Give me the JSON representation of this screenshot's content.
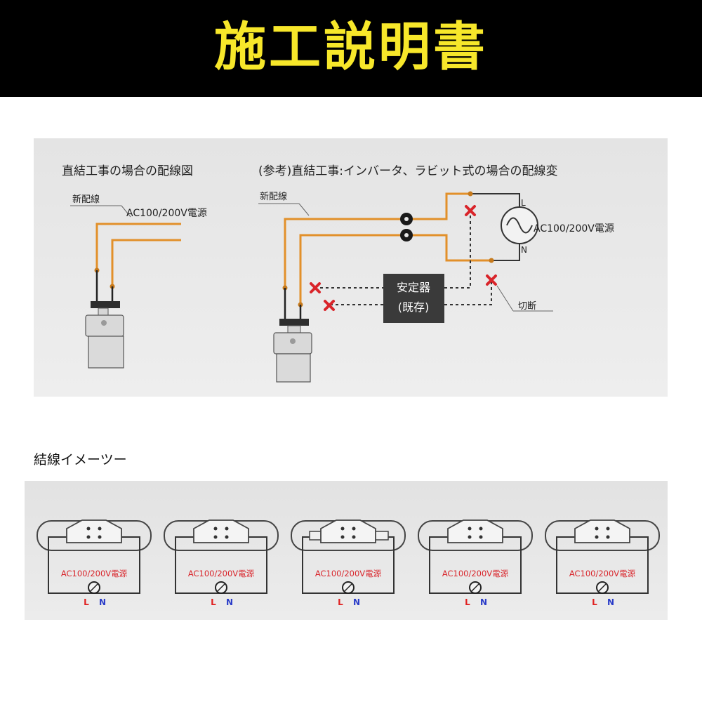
{
  "header": {
    "title": "施工説明書"
  },
  "diagram_left": {
    "title": "直結工事の場合の配線図",
    "new_wire_label": "新配線",
    "power_label": "AC100/200V電源"
  },
  "diagram_right": {
    "title": "(参考)直結工事:インバータ、ラビット式の場合の配線変",
    "new_wire_label": "新配線",
    "power_label": "AC100/200V電源",
    "terminal_l": "L",
    "terminal_n": "N",
    "ballast_line1": "安定器",
    "ballast_line2": "(既存)",
    "cut_label": "切断"
  },
  "wiring_image": {
    "label": "結線イメーツー",
    "items": [
      {
        "power_label": "AC100/200V電源",
        "l": "L",
        "n": "N"
      },
      {
        "power_label": "AC100/200V電源",
        "l": "L",
        "n": "N"
      },
      {
        "power_label": "AC100/200V電源",
        "l": "L",
        "n": "N"
      },
      {
        "power_label": "AC100/200V電源",
        "l": "L",
        "n": "N"
      },
      {
        "power_label": "AC100/200V電源",
        "l": "L",
        "n": "N"
      }
    ]
  },
  "colors": {
    "title_yellow": "#f7e72a",
    "wire_orange": "#e2902a",
    "cut_red": "#d9242a",
    "l_red": "#e02020",
    "n_blue": "#2a3cc8",
    "ballast_dark": "#3a3a3a"
  }
}
